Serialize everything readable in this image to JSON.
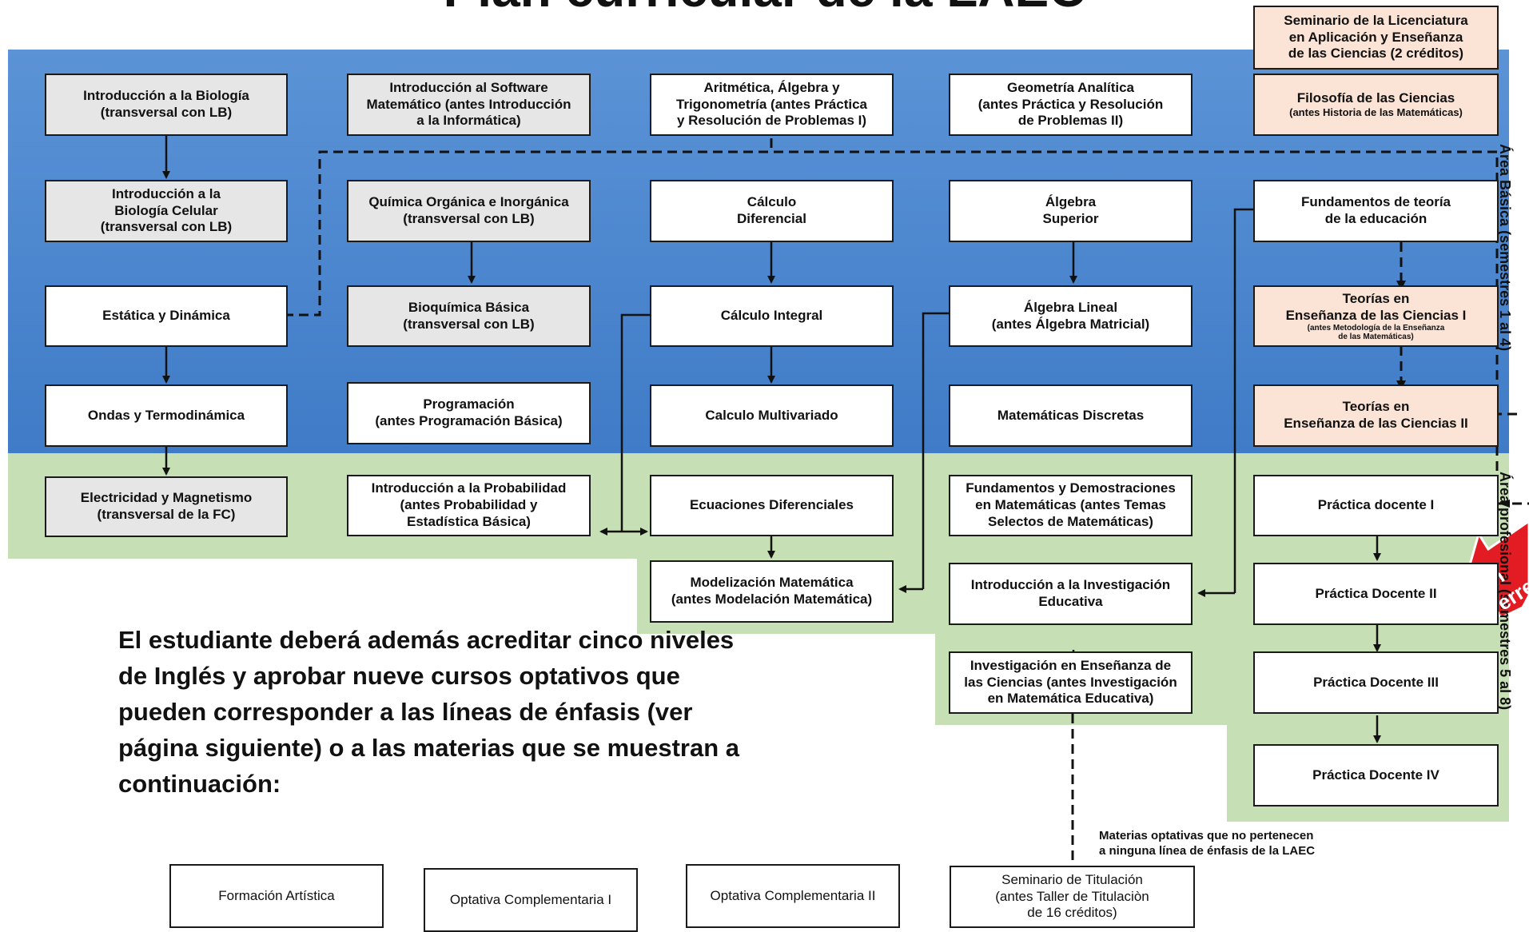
{
  "title": "Plan curricular de la LAEC",
  "colors": {
    "basic_area": "#4a86cf",
    "professional_area": "#c7dfb4",
    "gray_box": "#e6e6e6",
    "peach_box": "#fbe4d6",
    "badge": "#e31b23"
  },
  "side_labels": {
    "basic": "Área Básica (semestres 1 al 4)",
    "professional": "Área profesional (semestres 5 al 8)"
  },
  "badge": {
    "text": "Con prerrequisito"
  },
  "boxes": {
    "bio_intro": "Introducción a la Biología\n(transversal con LB)",
    "bio_cel": "Introducción a la\nBiología Celular\n(transversal con LB)",
    "estatica": "Estática y Dinámica",
    "ondas": "Ondas y Termodinámica",
    "electricidad": "Electricidad y Magnetismo\n(transversal de la FC)",
    "software": "Introducción al Software\nMatemático (antes Introducción\na la Informática)",
    "quimica": "Química Orgánica e Inorgánica\n(transversal con LB)",
    "bioquimica": "Bioquímica Básica\n(transversal con LB)",
    "programacion": "Programación\n(antes Programación Básica)",
    "probabilidad": "Introducción a la Probabilidad\n(antes Probabilidad y\nEstadística Básica)",
    "aritmetica": "Aritmética, Álgebra y\nTrigonometría (antes Práctica\ny Resolución de Problemas I)",
    "calc_dif": "Cálculo\nDiferencial",
    "calc_int": "Cálculo Integral",
    "calc_multi": "Calculo Multivariado",
    "ecuaciones": "Ecuaciones Diferenciales",
    "modelizacion": "Modelización Matemática\n(antes Modelación Matemática)",
    "geometria": "Geometría Analítica\n(antes Práctica y Resolución\nde Problemas II)",
    "algebra_sup": "Álgebra\nSuperior",
    "algebra_lin": "Álgebra Lineal\n(antes Álgebra Matricial)",
    "discretas": "Matemáticas Discretas",
    "fundamentos_dem": "Fundamentos y Demostraciones\nen Matemáticas (antes Temas\nSelectos de Matemáticas)",
    "intro_inv": "Introducción a la Investigación\nEducativa",
    "inv_ense": "Investigación en Enseñanza de\nlas Ciencias (antes Investigación\nen Matemática Educativa)",
    "seminario_lic": "Seminario de la Licenciatura\nen Aplicación y Enseñanza\nde las Ciencias (2 créditos)",
    "filosofia": "Filosofía de las Ciencias",
    "filosofia_sub": "(antes Historia de las Matemáticas)",
    "fund_teoria": "Fundamentos de teoría\nde la educación",
    "teorias1": "Teorías en\nEnseñanza de las Ciencias I",
    "teorias1_sub": "(antes Metodología de la Enseñanza\nde las Matemáticas)",
    "teorias2": "Teorías en\nEnseñanza de las Ciencias II",
    "practica1": "Práctica docente I",
    "practica2": "Práctica Docente II",
    "practica3": "Práctica Docente III",
    "practica4": "Práctica Docente IV",
    "formacion": "Formación Artística",
    "opt1": "Optativa Complementaria I",
    "opt2": "Optativa Complementaria II",
    "seminario_tit": "Seminario de Titulación\n(antes Taller de Titulaciòn\nde 16 créditos)"
  },
  "notes": {
    "english": "El estudiante deberá además acreditar cinco niveles\nde Inglés y aprobar nueve cursos optativos que\npueden corresponder a las líneas de énfasis (ver\npágina siguiente) o a las materias que se muestran a\ncontinuación:",
    "optativas": "Materias optativas que no pertenecen\na ninguna línea de énfasis de la LAEC"
  }
}
